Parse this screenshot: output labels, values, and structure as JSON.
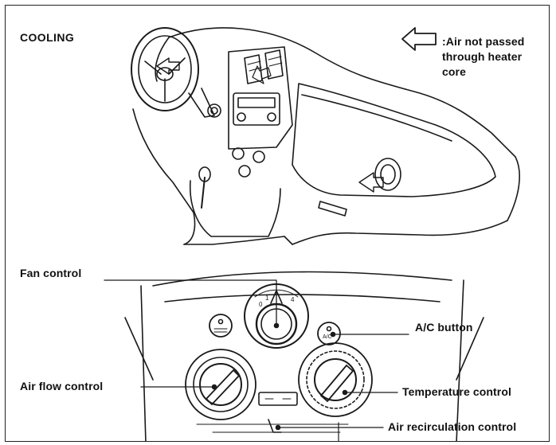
{
  "diagram": {
    "title": "COOLING",
    "legend": {
      "icon": "open-arrow-left-icon",
      "text": ":Air not passed through heater core"
    },
    "callouts": {
      "fan_control": "Fan control",
      "ac_button": "A/C button",
      "air_flow_control": "Air flow control",
      "temperature_control": "Temperature control",
      "air_recirculation_control": "Air recirculation control"
    },
    "dial_marks": {
      "fan_off": "0",
      "fan_1": "1",
      "fan_max": "4",
      "ac_text": "A/C"
    }
  }
}
